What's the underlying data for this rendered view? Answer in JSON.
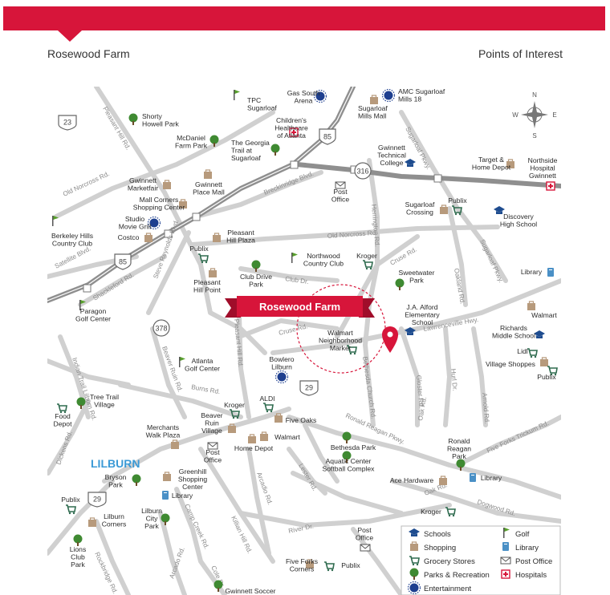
{
  "header": {
    "left_title": "Rosewood Farm",
    "right_title": "Points of Interest"
  },
  "feature": {
    "label": "Rosewood Farm",
    "color": "#d7153a"
  },
  "area_label": "LILBURN",
  "compass": {
    "n": "N",
    "s": "S",
    "e": "E",
    "w": "W"
  },
  "highway_shields": [
    "23",
    "85",
    "316",
    "85",
    "378",
    "29",
    "29"
  ],
  "road_labels": [
    "Pleasant Hill Rd.",
    "Old Norcross Rd.",
    "Breckinridge Blvd.",
    "Satellite Blvd.",
    "Shackleford Rd.",
    "Steve Reynolds Blvd.",
    "Club Dr.",
    "Old Norcross Rd.",
    "Cruse Rd.",
    "Cruse Rd.",
    "Herrington Rd.",
    "Sugarloaf Pkwy.",
    "Sugarloaf Pkwy.",
    "Oakland Rd.",
    "Lawrenceville Hwy.",
    "Bethesda Church Rd.",
    "Gloster Rd.",
    "Hurl Dr.",
    "Arnold Rd.",
    "Five Forks Trickum Rd.",
    "Ronald Reagan Pkwy.",
    "Oak Rd.",
    "Oak Rd.",
    "Dogwood Rd.",
    "Lester Rd.",
    "Arcadio Rd.",
    "River Dr.",
    "Killian Hill Rd.",
    "Camp Creek Rd.",
    "Cole Dr.",
    "Arcado Rd.",
    "Rockbridge Rd.",
    "Dickens Rd.",
    "Indian Trail Lilburn Rd.",
    "Beaver Ruin Rd.",
    "Pleasant Hill Rd.",
    "Burns Rd."
  ],
  "pois": [
    {
      "type": "golf",
      "lines": [
        "TPC",
        "Sugarloaf"
      ]
    },
    {
      "type": "entertainment",
      "lines": [
        "Gas South",
        "Arena"
      ]
    },
    {
      "type": "entertainment",
      "lines": [
        "AMC Sugarloaf",
        "Mills 18"
      ]
    },
    {
      "type": "shopping",
      "lines": [
        "Sugarloaf",
        "Mills Mall"
      ]
    },
    {
      "type": "parks",
      "lines": [
        "Shorty",
        "Howell Park"
      ]
    },
    {
      "type": "hospital",
      "lines": [
        "Children's",
        "Healthcare",
        "of Atlanta"
      ]
    },
    {
      "type": "parks",
      "lines": [
        "McDaniel",
        "Farm Park"
      ]
    },
    {
      "type": "parks",
      "lines": [
        "The Georgia",
        "Trail at",
        "Sugarloaf"
      ]
    },
    {
      "type": "schools",
      "lines": [
        "Gwinnett",
        "Technical",
        "College"
      ]
    },
    {
      "type": "shopping",
      "lines": [
        "Target &",
        "Home Depot"
      ]
    },
    {
      "type": "hospital",
      "lines": [
        "Northside",
        "Hospital",
        "Gwinnett"
      ]
    },
    {
      "type": "shopping",
      "lines": [
        "Gwinnett",
        "Marketfair"
      ]
    },
    {
      "type": "shopping",
      "lines": [
        "Gwinnett",
        "Place Mall"
      ]
    },
    {
      "type": "postoffice",
      "lines": [
        "Post",
        "Office"
      ]
    },
    {
      "type": "shopping",
      "lines": [
        "Mall Corners",
        "Shopping Center"
      ]
    },
    {
      "type": "shopping",
      "lines": [
        "Sugarloaf",
        "Crossing"
      ]
    },
    {
      "type": "grocery",
      "lines": [
        "Publix"
      ]
    },
    {
      "type": "schools",
      "lines": [
        "Discovery",
        "High School"
      ]
    },
    {
      "type": "entertainment",
      "lines": [
        "Studio",
        "Movie Grill"
      ]
    },
    {
      "type": "golf",
      "lines": [
        "Berkeley Hills",
        "Country Club"
      ]
    },
    {
      "type": "shopping",
      "lines": [
        "Costco"
      ]
    },
    {
      "type": "shopping",
      "lines": [
        "Pleasant",
        "Hill Plaza"
      ]
    },
    {
      "type": "grocery",
      "lines": [
        "Publix"
      ]
    },
    {
      "type": "golf",
      "lines": [
        "Northwood",
        "Country Club"
      ]
    },
    {
      "type": "grocery",
      "lines": [
        "Kroger"
      ]
    },
    {
      "type": "library",
      "lines": [
        "Library"
      ]
    },
    {
      "type": "shopping",
      "lines": [
        "Pleasant",
        "Hill Point"
      ]
    },
    {
      "type": "parks",
      "lines": [
        "Club Drive",
        "Park"
      ]
    },
    {
      "type": "parks",
      "lines": [
        "Sweetwater",
        "Park"
      ]
    },
    {
      "type": "golf",
      "lines": [
        "Paragon",
        "Golf Center"
      ]
    },
    {
      "type": "schools",
      "lines": [
        "J.A. Alford",
        "Elementary",
        "School"
      ]
    },
    {
      "type": "shopping",
      "lines": [
        "Walmart"
      ]
    },
    {
      "type": "grocery",
      "lines": [
        "Walmart",
        "Neighborhood",
        "Market"
      ]
    },
    {
      "type": "schools",
      "lines": [
        "Richards",
        "Middle School"
      ]
    },
    {
      "type": "grocery",
      "lines": [
        "Lidl"
      ]
    },
    {
      "type": "shopping",
      "lines": [
        "Village Shoppes"
      ]
    },
    {
      "type": "grocery",
      "lines": [
        "Publix"
      ]
    },
    {
      "type": "golf",
      "lines": [
        "Atlanta",
        "Golf Center"
      ]
    },
    {
      "type": "entertainment",
      "lines": [
        "Bowlero",
        "Lilburn"
      ]
    },
    {
      "type": "parks",
      "lines": [
        "Tree Trail",
        "Village"
      ]
    },
    {
      "type": "grocery",
      "lines": [
        "Kroger"
      ]
    },
    {
      "type": "grocery",
      "lines": [
        "ALDI"
      ]
    },
    {
      "type": "shopping",
      "lines": [
        "Beaver",
        "Ruin",
        "Village"
      ]
    },
    {
      "type": "shopping",
      "lines": [
        "Five Oaks"
      ]
    },
    {
      "type": "grocery",
      "lines": [
        "Food",
        "Depot"
      ]
    },
    {
      "type": "shopping",
      "lines": [
        "Merchants",
        "Walk Plaza"
      ]
    },
    {
      "type": "shopping",
      "lines": [
        "Walmart"
      ]
    },
    {
      "type": "shopping",
      "lines": [
        "Home Depot"
      ]
    },
    {
      "type": "postoffice",
      "lines": [
        "Post",
        "Office"
      ]
    },
    {
      "type": "parks",
      "lines": [
        "Bethesda Park"
      ]
    },
    {
      "type": "parks",
      "lines": [
        "Aquatic Center",
        "Softball Complex"
      ]
    },
    {
      "type": "parks",
      "lines": [
        "Ronald",
        "Reagan",
        "Park"
      ]
    },
    {
      "type": "shopping",
      "lines": [
        "Greenhill",
        "Shopping",
        "Center"
      ]
    },
    {
      "type": "parks",
      "lines": [
        "Bryson",
        "Park"
      ]
    },
    {
      "type": "library",
      "lines": [
        "Library"
      ]
    },
    {
      "type": "shopping",
      "lines": [
        "Ace Hardware"
      ]
    },
    {
      "type": "library",
      "lines": [
        "Library"
      ]
    },
    {
      "type": "grocery",
      "lines": [
        "Publix"
      ]
    },
    {
      "type": "shopping",
      "lines": [
        "Lilburn",
        "Corners"
      ]
    },
    {
      "type": "parks",
      "lines": [
        "Lilburn",
        "City",
        "Park"
      ]
    },
    {
      "type": "grocery",
      "lines": [
        "Kroger"
      ]
    },
    {
      "type": "parks",
      "lines": [
        "Lions",
        "Club",
        "Park"
      ]
    },
    {
      "type": "postoffice",
      "lines": [
        "Post",
        "Office"
      ]
    },
    {
      "type": "grocery",
      "lines": [
        "Publix"
      ]
    },
    {
      "type": "shopping",
      "lines": [
        "Five Forks",
        "Corners"
      ]
    },
    {
      "type": "parks",
      "lines": [
        "Gwinnett Soccer"
      ]
    }
  ],
  "legend": [
    {
      "type": "schools",
      "label": "Schools"
    },
    {
      "type": "golf",
      "label": "Golf"
    },
    {
      "type": "shopping",
      "label": "Shopping"
    },
    {
      "type": "library",
      "label": "Library"
    },
    {
      "type": "grocery",
      "label": "Grocery Stores"
    },
    {
      "type": "postoffice",
      "label": "Post Office"
    },
    {
      "type": "parks",
      "label": "Parks & Recreation"
    },
    {
      "type": "hospital",
      "label": "Hospitals"
    },
    {
      "type": "entertainment",
      "label": "Entertainment"
    }
  ],
  "colors": {
    "school": "#1e4c8f",
    "park": "#3f8a32",
    "golf": "#58a02c",
    "entertainment": "#1e3f8f",
    "shopping": "#b79a7c",
    "grocery": "#2f6b4f",
    "library": "#4a90c6",
    "hospital": "#d7153a",
    "road": "#cfcfcf",
    "highway": "#8c8c8c"
  }
}
